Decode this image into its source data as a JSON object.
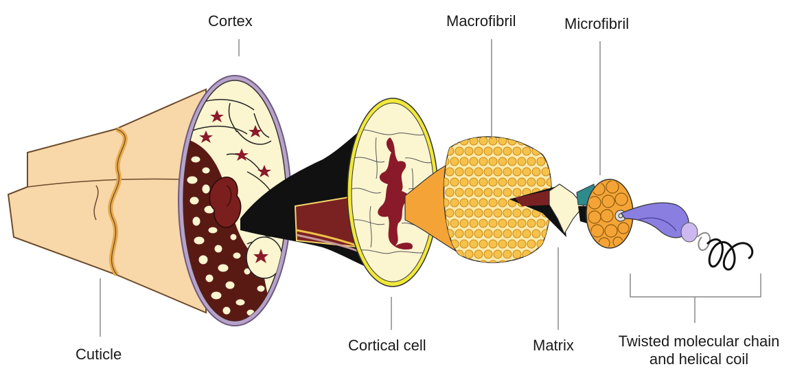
{
  "labels": {
    "cortex": "Cortex",
    "macrofibril": "Macrofibril",
    "microfibril": "Microfibril",
    "cuticle": "Cuticle",
    "cortical_cell": "Cortical cell",
    "matrix": "Matrix",
    "twisted_line1": "Twisted molecular chain",
    "twisted_line2": "and helical coil"
  },
  "colors": {
    "cuticle_fill": "#f8d7a8",
    "cuticle_band": "#e8a94a",
    "cortex_fill": "#fbf5d0",
    "cortex_rim": "#b9a2c9",
    "dark_brown": "#5a1a14",
    "crimson": "#8a1a2a",
    "black": "#111111",
    "yellow_rim": "#f0e83a",
    "orange": "#f4a436",
    "gold_circle": "#f6c24a",
    "teal": "#2f8a8c",
    "purple": "#8a7ee0",
    "lavender": "#cdb8ef"
  }
}
